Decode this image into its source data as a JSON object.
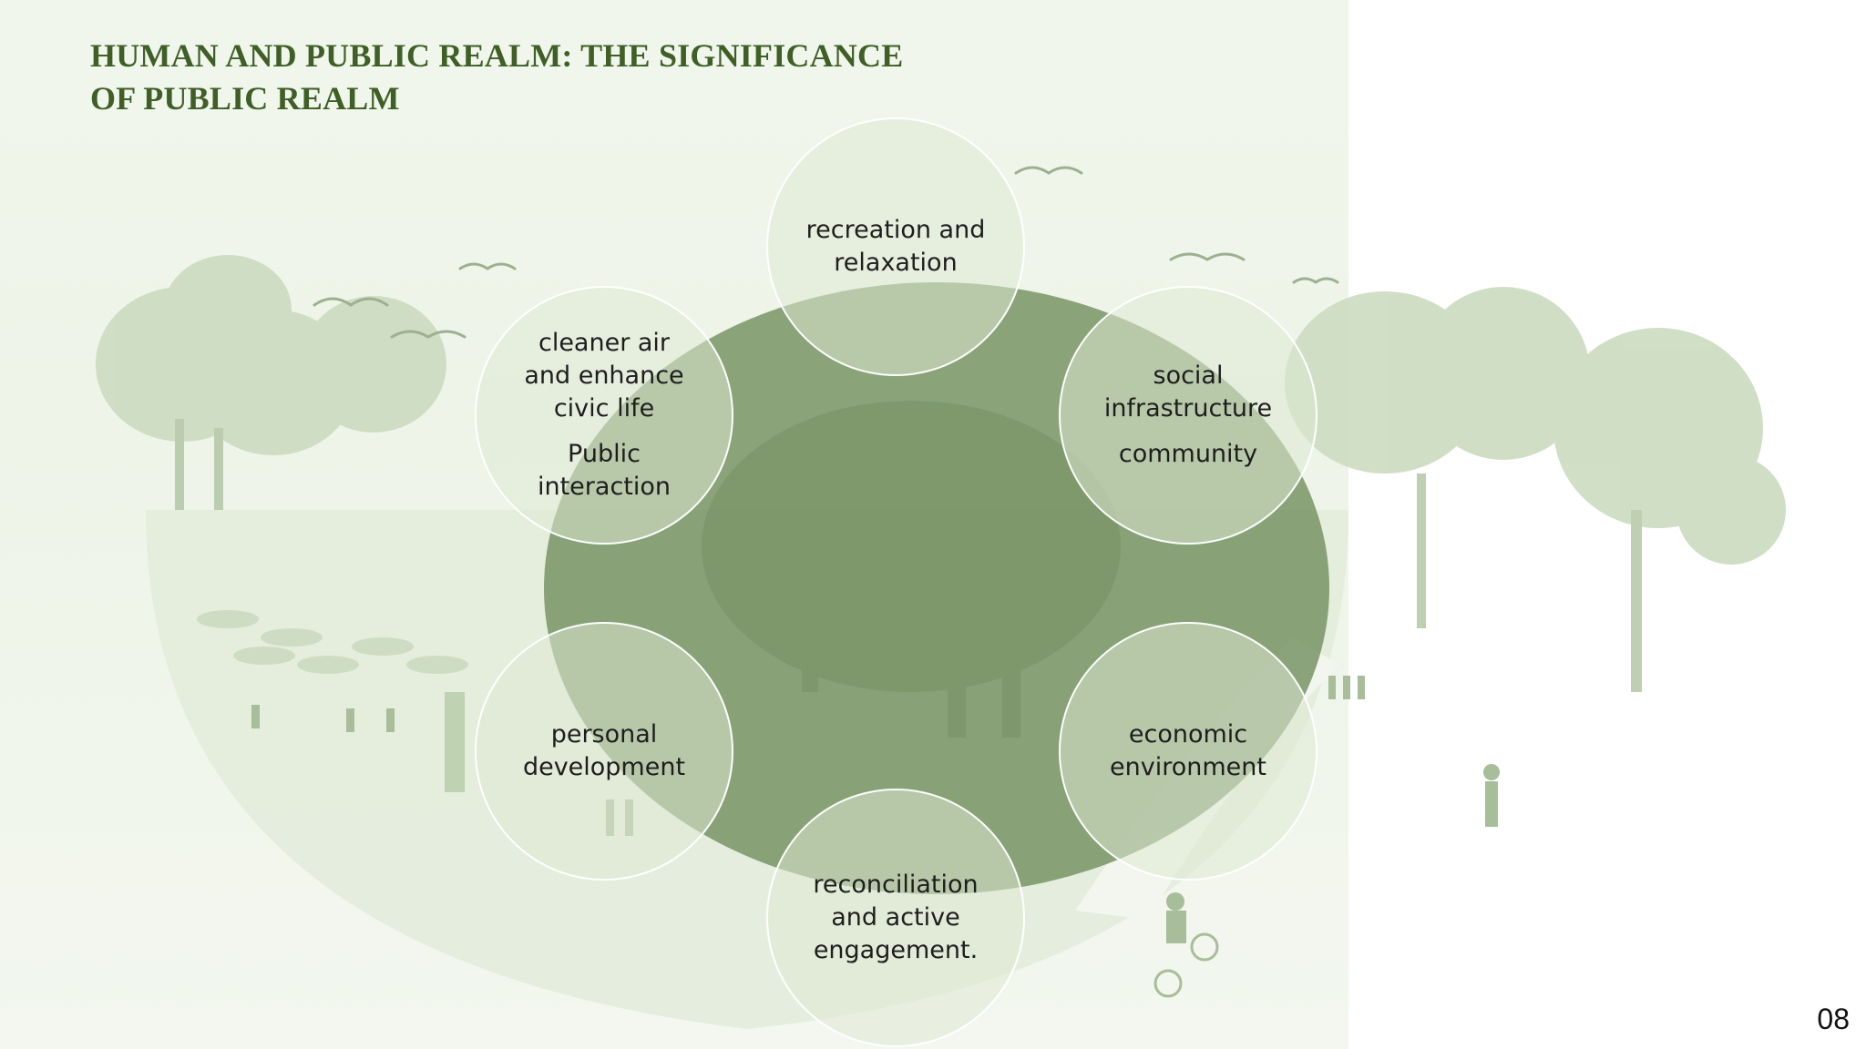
{
  "slide": {
    "title_lines": [
      "HUMAN AND PUBLIC REALM: THE SIGNIFICANCE",
      "OF PUBLIC REALM"
    ],
    "page_number": "08"
  },
  "diagram": {
    "center_label": "",
    "nodes": [
      {
        "id": "top",
        "lines": [
          "recreation and",
          "relaxation"
        ],
        "sub": []
      },
      {
        "id": "upper-right",
        "lines": [
          "social",
          "infrastructure"
        ],
        "sub": [
          "community"
        ]
      },
      {
        "id": "lower-right",
        "lines": [
          "economic",
          "environment"
        ],
        "sub": []
      },
      {
        "id": "bottom",
        "lines": [
          "reconciliation",
          "and active",
          "engagement."
        ],
        "sub": []
      },
      {
        "id": "lower-left",
        "lines": [
          "personal",
          "development"
        ],
        "sub": []
      },
      {
        "id": "upper-left",
        "lines": [
          "cleaner air",
          "and enhance",
          "civic life"
        ],
        "sub": [
          "Public",
          "interaction"
        ]
      }
    ]
  },
  "colors": {
    "title": "#3f5f26",
    "core_fill": "#6e8c5a",
    "bubble_fill": "#dee9d4",
    "background": "#eef4e8"
  }
}
